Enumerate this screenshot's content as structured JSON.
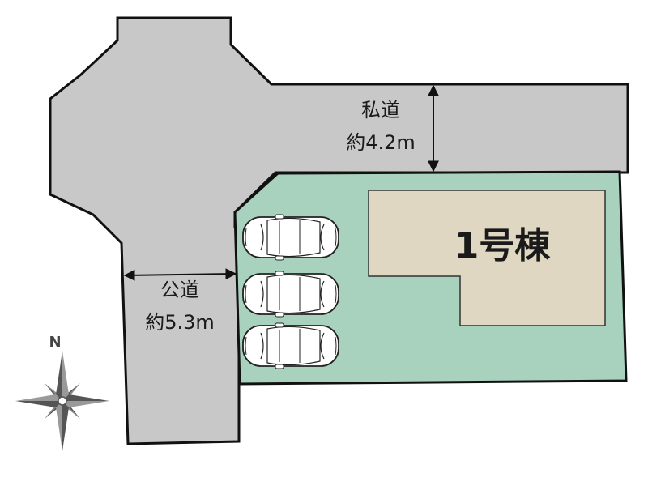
{
  "colors": {
    "road": "#c8c8c8",
    "lot": "#a8d2bd",
    "building": "#e0d7c3",
    "outline": "#111111",
    "compass": "#555555"
  },
  "private_road": {
    "name": "私道",
    "width": "約4.2m"
  },
  "public_road": {
    "name": "公道",
    "width": "約5.3m"
  },
  "building": {
    "label": "1号棟"
  },
  "parking": {
    "car_count": 3,
    "icon": "car-icon"
  },
  "compass": {
    "north_label": "N",
    "icon": "compass-rose-icon"
  }
}
